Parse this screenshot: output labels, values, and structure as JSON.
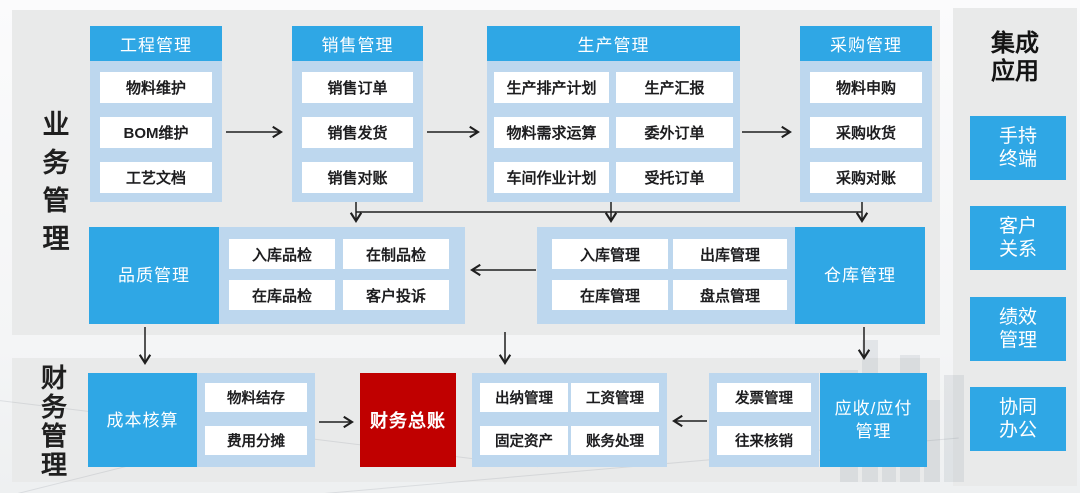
{
  "business": {
    "label": "业\n务\n管\n理",
    "columns": [
      {
        "title": "工程管理",
        "items": [
          "物料维护",
          "BOM维护",
          "工艺文档"
        ]
      },
      {
        "title": "销售管理",
        "items": [
          "销售订单",
          "销售发货",
          "销售对账"
        ]
      },
      {
        "title": "生产管理",
        "items_left": [
          "生产排产计划",
          "物料需求运算",
          "车间作业计划"
        ],
        "items_right": [
          "生产汇报",
          "委外订单",
          "受托订单"
        ]
      },
      {
        "title": "采购管理",
        "items": [
          "物料申购",
          "采购收货",
          "采购对账"
        ]
      }
    ],
    "quality": {
      "title": "品质管理",
      "items": [
        "入库品检",
        "在制品检",
        "在库品检",
        "客户投诉"
      ]
    },
    "warehouse": {
      "title": "仓库管理",
      "items": [
        "入库管理",
        "出库管理",
        "在库管理",
        "盘点管理"
      ]
    }
  },
  "finance": {
    "label": "财\n务\n管\n理",
    "cost": {
      "title": "成本核算",
      "items": [
        "物料结存",
        "费用分摊"
      ]
    },
    "ledger": {
      "title": "财务总账"
    },
    "cashier": {
      "items": [
        "出纳管理",
        "工资管理",
        "固定资产",
        "账务处理"
      ]
    },
    "invoice": {
      "items": [
        "发票管理",
        "往来核销"
      ]
    },
    "receivable": {
      "title": "应收/应付\n管理"
    }
  },
  "sidebar": {
    "title": "集成\n应用",
    "items": [
      "手持\n终端",
      "客户\n关系",
      "绩效\n管理",
      "协同\n办公"
    ]
  },
  "colors": {
    "accent_blue": "#2fa7e5",
    "panel_blue": "#bdd7ee",
    "accent_red": "#c00000",
    "section_gray": "#e9eaea",
    "text": "#1d1d1f"
  }
}
